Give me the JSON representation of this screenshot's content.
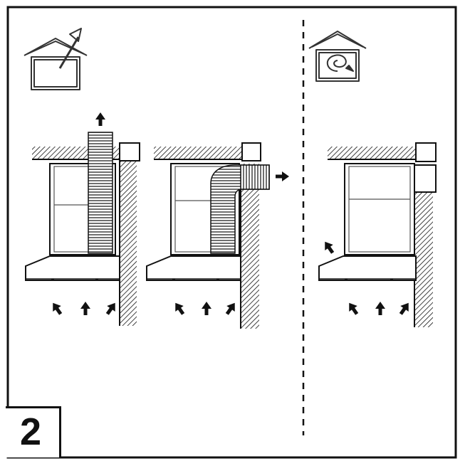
{
  "figure": {
    "step_number": "2",
    "panels": [
      {
        "mode": "extraction",
        "icon": "house-arrow-out-icon"
      },
      {
        "mode": "extraction-rear",
        "icon": "house-arrow-out-icon"
      },
      {
        "mode": "recirculation",
        "icon": "house-recirculate-icon"
      }
    ],
    "colors": {
      "line": "#111111",
      "background": "#ffffff"
    }
  }
}
